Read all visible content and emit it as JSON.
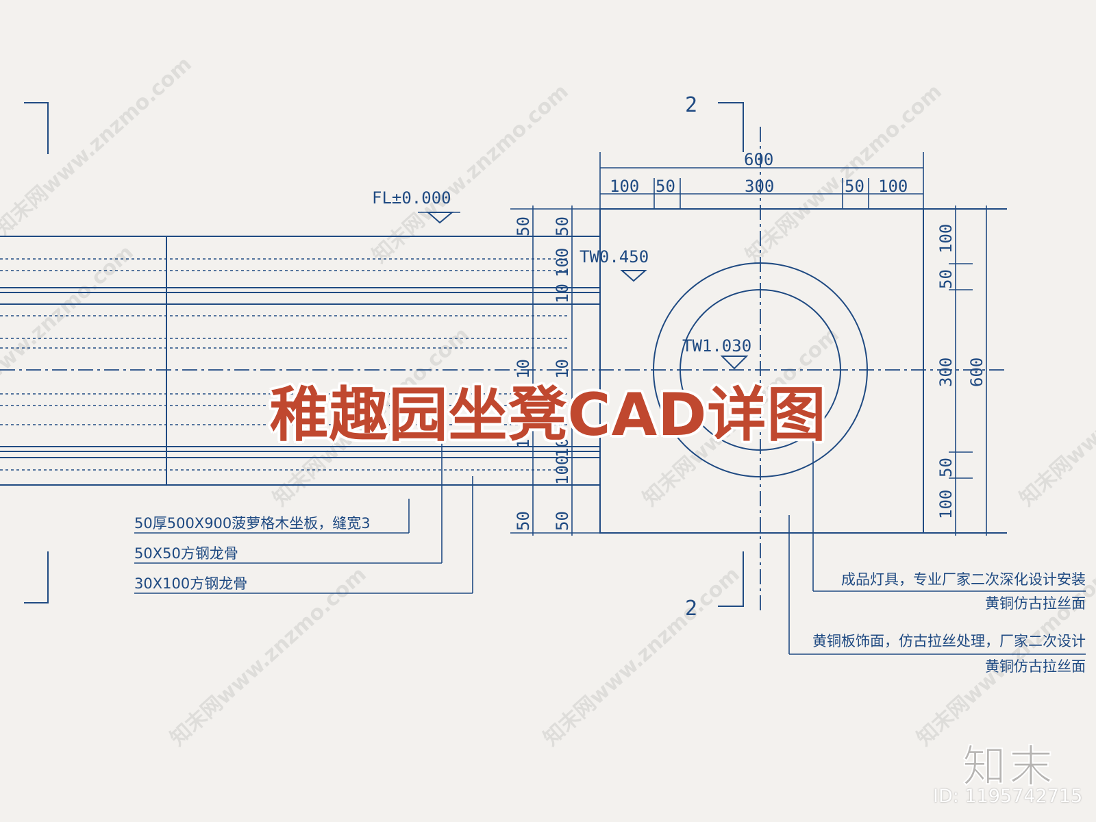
{
  "title": "稚趣园坐凳CAD详图",
  "section_marks": [
    "2",
    "2"
  ],
  "dims_top": [
    "600",
    "100",
    "50",
    "300",
    "50",
    "100"
  ],
  "dims_right": [
    "100",
    "50",
    "300",
    "50",
    "100",
    "600"
  ],
  "dims_left_a": [
    "50",
    "10",
    "10",
    "50"
  ],
  "dims_left_b": [
    "50",
    "100",
    "10",
    "10",
    "10",
    "100",
    "50"
  ],
  "levels": [
    "FL±0.000",
    "TW0.450",
    "TW1.030"
  ],
  "notes_left": [
    "50厚500X900菠萝格木坐板，缝宽3",
    "50X50方钢龙骨",
    "30X100方钢龙骨"
  ],
  "notes_right": [
    "成品灯具，专业厂家二次深化设计安装",
    "黄铜仿古拉丝面",
    "黄铜板饰面，仿古拉丝处理，厂家二次设计",
    "黄铜仿古拉丝面"
  ],
  "watermark": "知末网www.znzmo.com",
  "brand": "知末",
  "image_id": "ID: 1195742715",
  "colors": {
    "line": "#1f4a82",
    "title": "#c0482f",
    "paper": "#f3f1ee"
  }
}
